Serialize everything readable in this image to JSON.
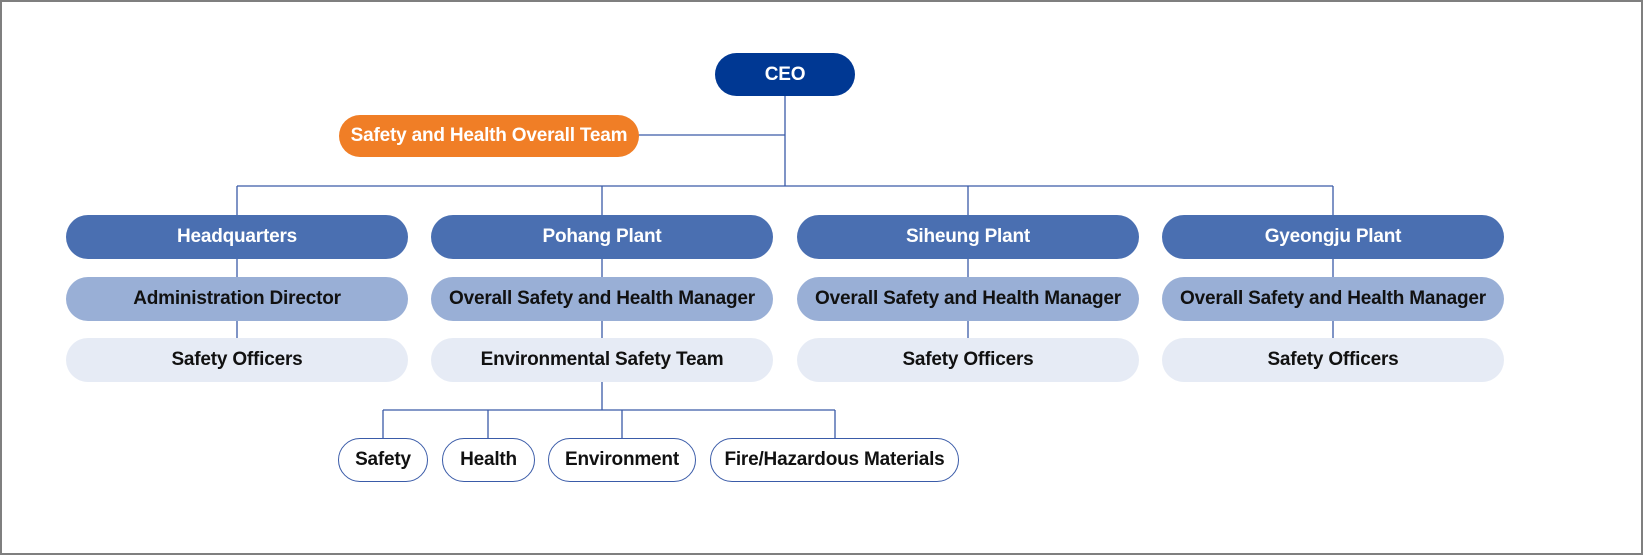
{
  "colors": {
    "ceo": "#003893",
    "overall_team": "#f07e26",
    "site": "#4a6fb1",
    "manager": "#99afd6",
    "team": "#e6ebf5",
    "connector": "#3a5ba8"
  },
  "ceo": {
    "label": "CEO"
  },
  "overall_team": {
    "label": "Safety and Health Overall Team"
  },
  "sites": [
    {
      "name": "Headquarters",
      "manager": "Administration Director",
      "team": "Safety Officers"
    },
    {
      "name": "Pohang Plant",
      "manager": "Overall Safety and Health Manager",
      "team": "Environmental Safety Team"
    },
    {
      "name": "Siheung Plant",
      "manager": "Overall Safety and Health Manager",
      "team": "Safety Officers"
    },
    {
      "name": "Gyeongju Plant",
      "manager": "Overall Safety and Health Manager",
      "team": "Safety Officers"
    }
  ],
  "sub_teams": [
    "Safety",
    "Health",
    "Environment",
    "Fire/Hazardous Materials"
  ]
}
